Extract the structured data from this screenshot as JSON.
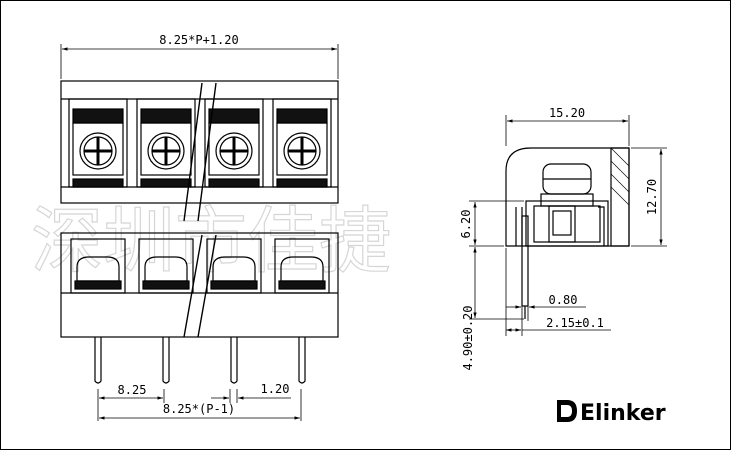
{
  "dimensions": {
    "top_width": "8.25*P+1.20",
    "side_width": "15.20",
    "side_height": "12.70",
    "inner_height": "6.20",
    "pin_width": "0.80",
    "pin_offset": "2.15±0.1",
    "pin_length": "4.90±0.20",
    "pitch": "8.25",
    "pin_gap": "1.20",
    "bottom_span": "8.25*(P-1)"
  },
  "watermark": "深圳市佳捷",
  "logo": {
    "text": "Elinker"
  }
}
